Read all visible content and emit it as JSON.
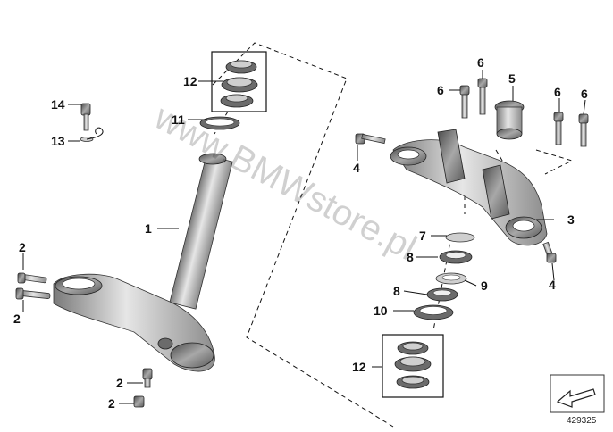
{
  "diagram": {
    "watermark": "www.BMWstore.pl",
    "reference_number": "429325",
    "nav_icon": "arrow-lower-left-icon",
    "callouts": {
      "c1": "1",
      "c2a": "2",
      "c2b": "2",
      "c2c": "2",
      "c2d": "2",
      "c3": "3",
      "c4a": "4",
      "c4b": "4",
      "c5": "5",
      "c6a": "6",
      "c6b": "6",
      "c6c": "6",
      "c6d": "6",
      "c7": "7",
      "c8a": "8",
      "c8b": "8",
      "c9": "9",
      "c10": "10",
      "c11": "11",
      "c12a": "12",
      "c12b": "12",
      "c13": "13",
      "c14": "14"
    }
  }
}
